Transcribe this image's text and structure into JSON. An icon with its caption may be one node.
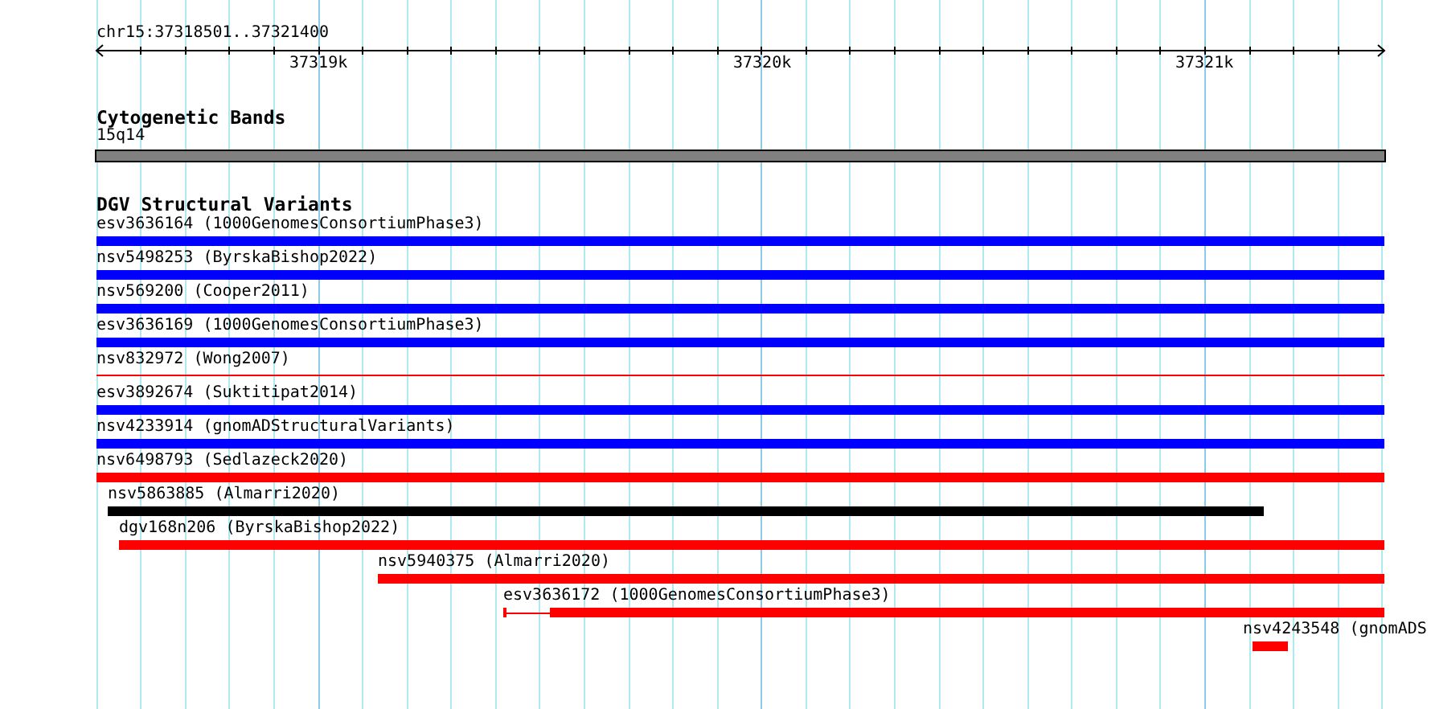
{
  "diagram": {
    "nodes": [
      {
        "text": [
          "15q14"
        ]
      },
      {
        "text": [
          "esv3636164 (1000GenomesConsortiumPhase3)"
        ]
      },
      {
        "text": [
          "nsv5498253 (ByrskaBishop2022)"
        ]
      },
      {
        "text": [
          "nsv569200 (Cooper2011)"
        ]
      },
      {
        "text": [
          "esv3636169 (1000GenomesConsortiumPhase3)"
        ]
      },
      {
        "text": [
          "nsv832972 (Wong2007)"
        ]
      },
      {
        "text": [
          "esv3892674 (Suktitipat2014)"
        ]
      },
      {
        "text": [
          "nsv4233914 (gnomADStructuralVariants)"
        ]
      },
      {
        "text": [
          "nsv6498793 (Sedlazeck2020)"
        ]
      },
      {
        "text": [
          "nsv5863885 (Almarri2020)"
        ]
      },
      {
        "text": [
          "dgv168n206 (ByrskaBishop2022)"
        ]
      },
      {
        "text": [
          "nsv5940375 (Almarri2020)"
        ]
      },
      {
        "text": [
          "esv3636172 (1000GenomesConsortiumPhase3)"
        ]
      },
      {
        "text": [
          "nsv4243548 (gnomADS"
        ]
      }
    ],
    "labels": [
      "chr15:37318501..37321400",
      "37319k",
      "37320k",
      "37321k",
      "Cytogenetic Bands",
      "DGV Structural Variants"
    ]
  }
}
